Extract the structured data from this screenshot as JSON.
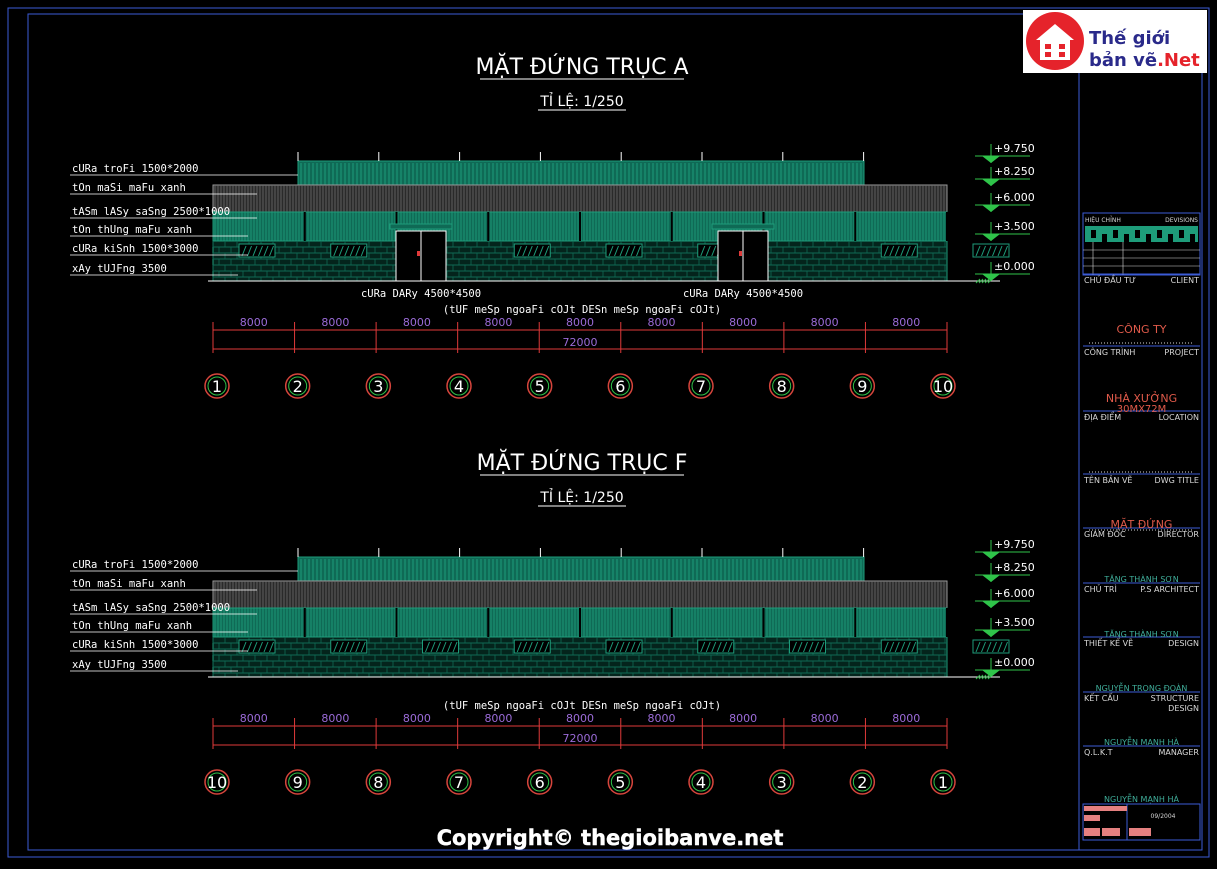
{
  "watermark": {
    "line1": "Thế giới",
    "line2": "bản vẽ",
    "suffix": ".Net",
    "copyright": "Copyright© thegioibanve.net"
  },
  "colors": {
    "frame": "#3b5bd6",
    "green": "#1e9c7a",
    "greenDark": "#0f6a55",
    "text": "#ffffff",
    "dim": "#9b6bd8",
    "level": "#2fc44a",
    "grid_circle": "#d6453c",
    "red": "#e03a3a"
  },
  "elevations": [
    {
      "title": "MẶT ĐỨNG TRỤC A",
      "scale": "TỈ LỆ: 1/250",
      "labels": [
        "cURa troFi 1500*2000",
        "tOn maSi maFu xanh",
        "tASm lASy saSng 2500*1000",
        "tOn thUng maFu xanh",
        "cURa kiSnh 1500*3000",
        "xAy tUJFng 3500"
      ],
      "door_labels": [
        "cURa DARy 4500*4500",
        "cURa DARy 4500*4500"
      ],
      "note": "(tUF meSp ngoaFi cOJt DESn meSp ngoaFi cOJt)",
      "levels": [
        "+9.750",
        "+8.250",
        "+6.000",
        "+3.500",
        "±0.000"
      ],
      "spans": [
        "8000",
        "8000",
        "8000",
        "8000",
        "8000",
        "8000",
        "8000",
        "8000",
        "8000"
      ],
      "total": "72000",
      "axes": [
        "1",
        "2",
        "3",
        "4",
        "5",
        "6",
        "7",
        "8",
        "9",
        "10"
      ]
    },
    {
      "title": "MẶT ĐỨNG TRỤC F",
      "scale": "TỈ LỆ: 1/250",
      "labels": [
        "cURa troFi 1500*2000",
        "tOn maSi maFu xanh",
        "tASm lASy saSng 2500*1000",
        "tOn thUng maFu xanh",
        "cURa kiSnh 1500*3000",
        "xAy tUJFng 3500"
      ],
      "door_labels": [],
      "note": "(tUF meSp ngoaFi cOJt DESn meSp ngoaFi cOJt)",
      "levels": [
        "+9.750",
        "+8.250",
        "+6.000",
        "+3.500",
        "±0.000"
      ],
      "spans": [
        "8000",
        "8000",
        "8000",
        "8000",
        "8000",
        "8000",
        "8000",
        "8000",
        "8000"
      ],
      "total": "72000",
      "axes": [
        "10",
        "9",
        "8",
        "7",
        "6",
        "5",
        "4",
        "3",
        "2",
        "1"
      ]
    }
  ],
  "titleblock": {
    "revision_left": "HIỆU CHỈNH",
    "revision_right": "DEVISIONS",
    "rows": [
      {
        "left": "CHỦ ĐẦU TƯ",
        "right": "CLIENT",
        "value": "CÔNG TY",
        "value_color": "#e05a4a"
      },
      {
        "left": "CÔNG TRÌNH",
        "right": "PROJECT",
        "value": "NHÀ XƯỞNG",
        "value2": "30MX72M",
        "value_color": "#e05a4a"
      },
      {
        "left": "ĐỊA ĐIỂM",
        "right": "LOCATION",
        "value": "",
        "value_color": "#e05a4a"
      },
      {
        "left": "TÊN BẢN VẼ",
        "right": "DWG TITLE",
        "value": "MẶT ĐỨNG",
        "value_color": "#e05a4a"
      },
      {
        "left": "GIÁM ĐỐC",
        "right": "DIRECTOR",
        "value": "TĂNG THÀNH SƠN",
        "value_color": "#3fae9a"
      },
      {
        "left": "CHỦ TRÌ",
        "right": "P.S ARCHITECT",
        "value": "TĂNG THÀNH SƠN",
        "value_color": "#3fae9a"
      },
      {
        "left": "THIẾT KẾ VẼ",
        "right": "DESIGN",
        "value": "NGUYỄN TRỌNG ĐOÀN",
        "value_color": "#3fae9a"
      },
      {
        "left": "KẾT CẤU",
        "right": "STRUCTURE",
        "right2": "DESIGN",
        "value": "NGUYỄN MẠNH HÀ",
        "value_color": "#3fae9a"
      },
      {
        "left": "Q.L.K.T",
        "right": "MANAGER",
        "value": "NGUYỄN MẠNH HÀ",
        "value_color": "#3fae9a"
      }
    ],
    "date": "09/2004"
  }
}
